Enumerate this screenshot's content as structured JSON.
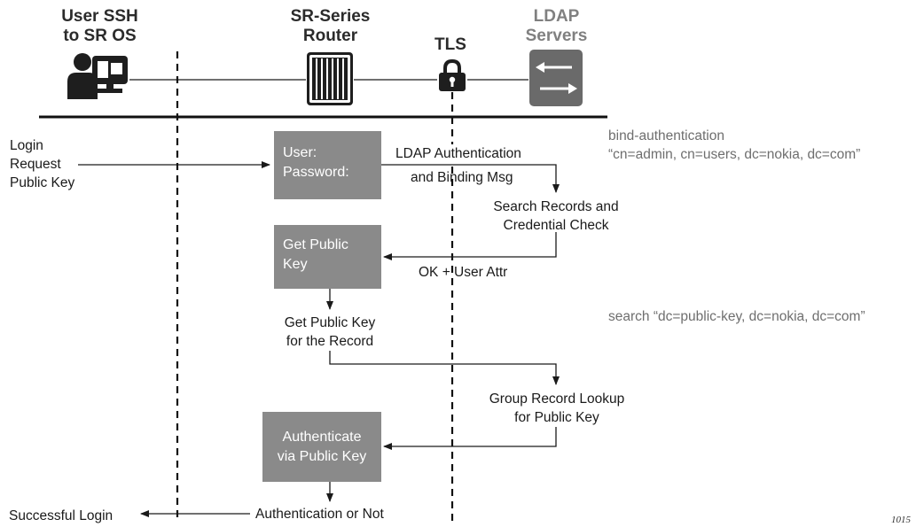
{
  "headers": {
    "user": "User SSH\nto SR OS",
    "router": "SR-Series\nRouter",
    "tls": "TLS",
    "ldap": "LDAP\nServers"
  },
  "icons": {
    "user": "user-terminal-icon",
    "router": "router-icon",
    "tls": "padlock-icon",
    "ldap": "server-exchange-icon"
  },
  "flow": {
    "login_request": "Login\nRequest\nPublic Key",
    "box_user_password": "User:\nPassword:",
    "ldap_auth": "LDAP Authentication",
    "binding_msg": "and Binding Msg",
    "search_records": "Search Records and\nCredential Check",
    "box_get_public_key": "Get Public\nKey",
    "ok_user_attr": "OK + User Attr",
    "get_public_key_record": "Get Public Key\nfor the Record",
    "group_record_lookup": "Group Record Lookup\nfor Public Key",
    "box_authenticate": "Authenticate\nvia Public Key",
    "auth_or_not": "Authentication or Not",
    "successful_login": "Successful Login"
  },
  "notes": {
    "bind_authentication": "bind-authentication\n“cn=admin, cn=users, dc=nokia, dc=com”",
    "search": "search “dc=public-key, dc=nokia, dc=com”"
  },
  "figure_id": "1015",
  "colors": {
    "box_fill": "#8a8a8a",
    "ldap_header": "#808080",
    "icon_dark": "#1e1e1e",
    "ldap_icon_fill": "#6a6a6a"
  }
}
